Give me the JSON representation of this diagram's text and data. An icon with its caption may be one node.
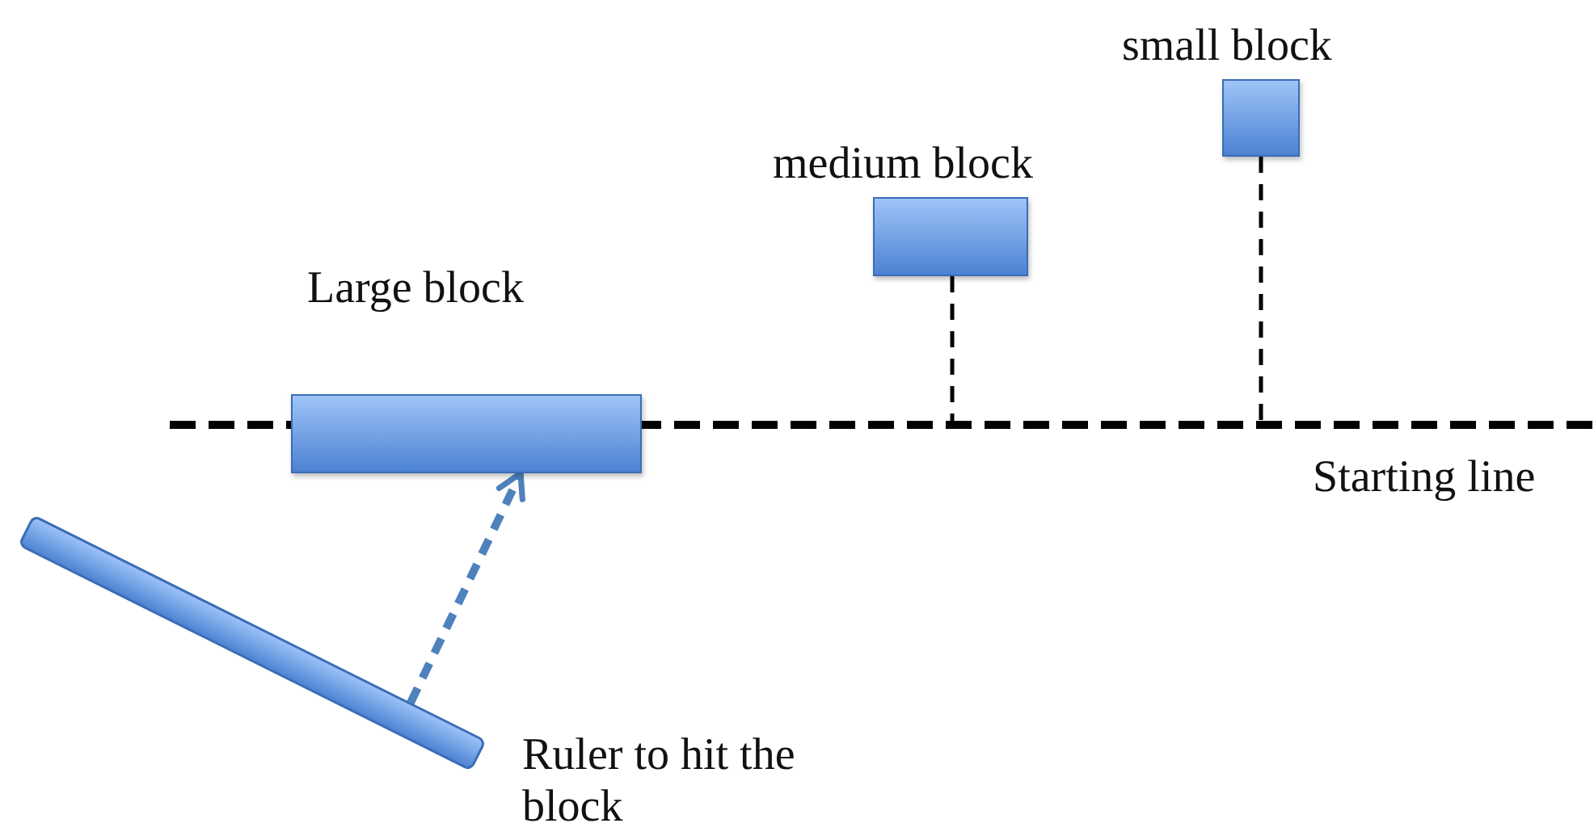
{
  "diagram": {
    "nodes": [
      {
        "text": [
          "Large block"
        ]
      },
      {
        "text": [
          "medium block"
        ]
      },
      {
        "text": [
          "small block"
        ]
      },
      {
        "text": [],
        "shape": "line",
        "beside": [
          "Starting line"
        ]
      },
      {
        "text": [],
        "shape": "bar",
        "beside": [
          "Ruler to hit the block"
        ]
      }
    ],
    "edges": [
      {
        "from": 1,
        "to": 3,
        "arrow": "none",
        "style": "dashed"
      },
      {
        "from": 2,
        "to": 3,
        "arrow": "none",
        "style": "dashed"
      },
      {
        "from": 4,
        "to": 0,
        "arrow": "to",
        "style": "dashed",
        "color": "#4f81bd"
      }
    ]
  }
}
